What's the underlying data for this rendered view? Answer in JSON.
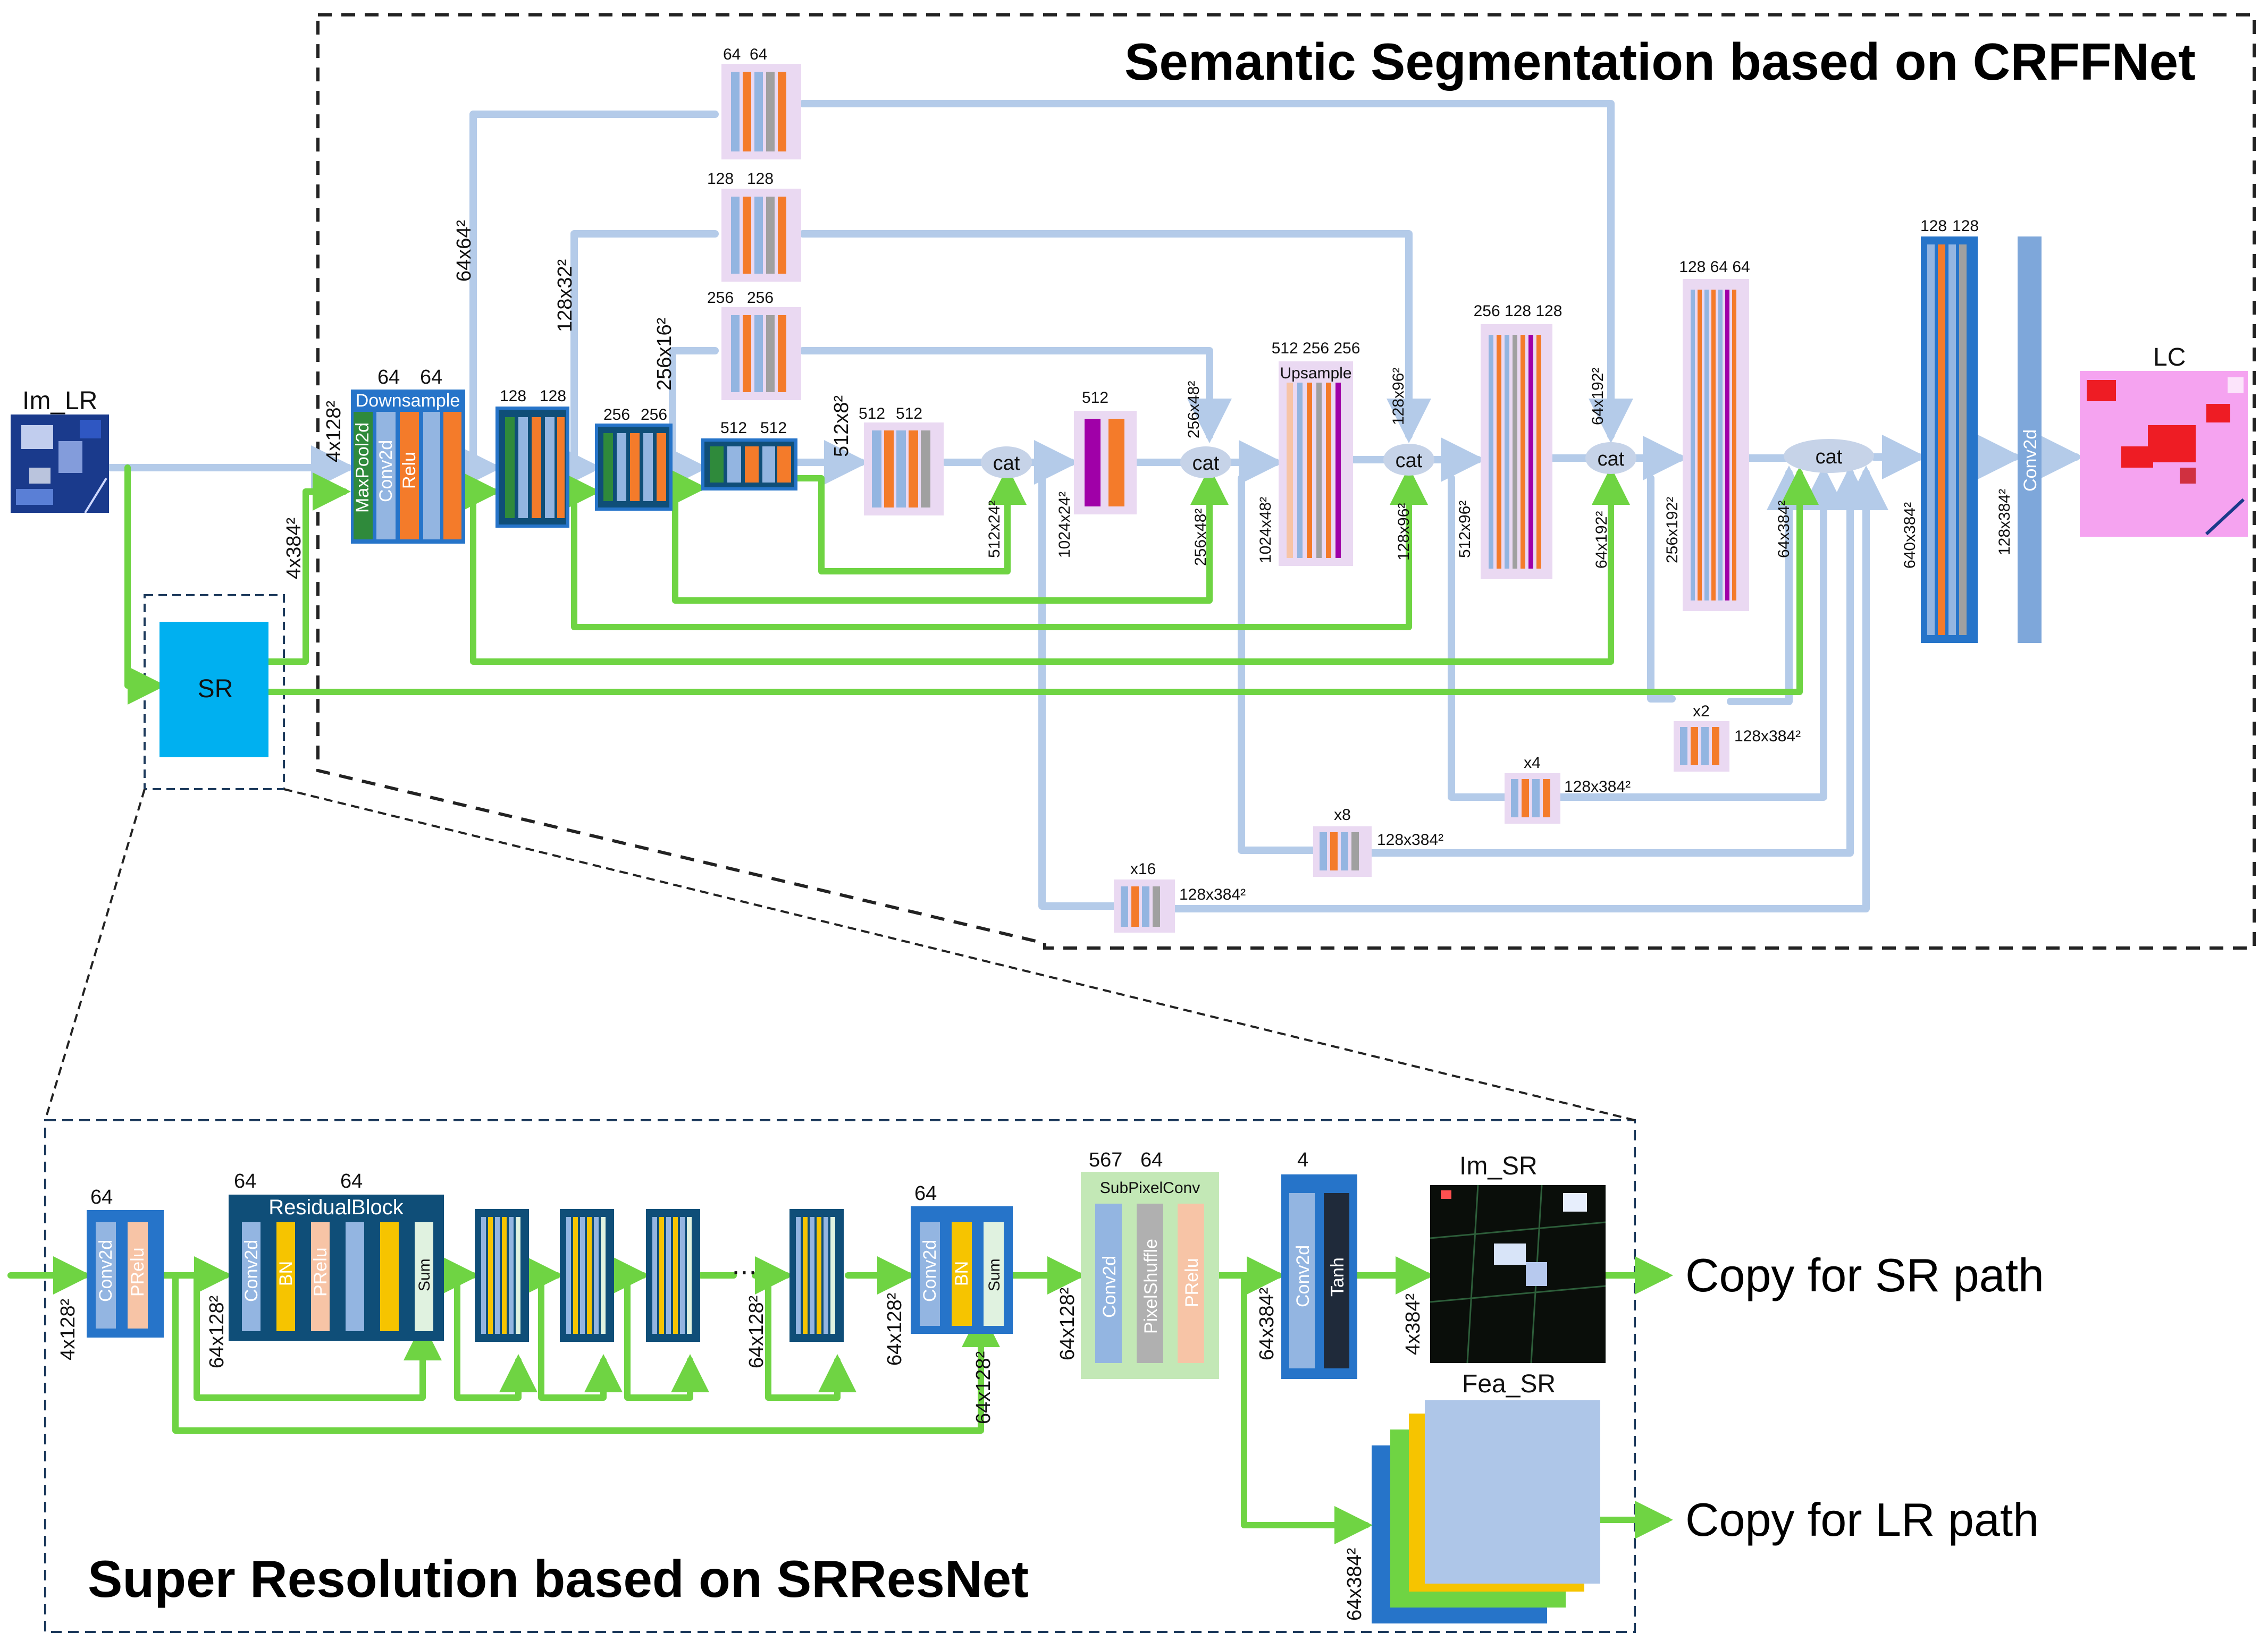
{
  "titles": {
    "segmentation": "Semantic Segmentation based on CRFFNet",
    "super_resolution": "Super Resolution based on SRResNet"
  },
  "io": {
    "im_lr": "Im_LR",
    "lc": "LC",
    "sr_block": "SR",
    "im_sr": "Im_SR",
    "fea_sr": "Fea_SR",
    "copy_sr": "Copy for SR path",
    "copy_lr": "Copy for LR path"
  },
  "ops": {
    "cat": "cat",
    "downsample": "Downsample",
    "upsample": "Upsample",
    "residual_block": "ResidualBlock",
    "subpixel_conv": "SubPixelConv"
  },
  "layers": {
    "maxpool2d": "MaxPool2d",
    "conv2d": "Conv2d",
    "relu": "Relu",
    "prelu": "PRelu",
    "bn": "BN",
    "sum": "Sum",
    "pixelshuffle": "PixelShuffle",
    "tanh": "Tanh"
  },
  "channels": {
    "c64": "64",
    "c128": "128",
    "c256": "256",
    "c512": "512",
    "c567": "567",
    "c4": "4",
    "up512": "512 256 256",
    "up256": "256 128 128",
    "up128": "128 64 64",
    "x2": "x2",
    "x4": "x4",
    "x8": "x8",
    "x16": "x16"
  },
  "dims": {
    "d4x128": "4x128²",
    "d4x384": "4x384²",
    "d64x64": "64x64²",
    "d128x32": "128x32²",
    "d256x16": "256x16²",
    "d512x8": "512x8²",
    "d512x24": "512x24²",
    "d1024x24": "1024x24²",
    "d256x48": "256x48²",
    "d1024x48": "1024x48²",
    "d128x96": "128x96²",
    "d512x96": "512x96²",
    "d64x192": "64x192²",
    "d256x192": "256x192²",
    "d64x384": "64x384²",
    "d640x384": "640x384²",
    "d128x384": "128x384²",
    "d64x128": "64x128²"
  },
  "ellipsis": "⋯",
  "colors": {
    "light_blue": "#b4cbe9",
    "green_arrow": "#6fd443",
    "sr_box": "#00b0f0",
    "block_blue": "#2674c9",
    "dark_navy": "#0f4e78",
    "orange": "#f47b2a",
    "bar_blue": "#93b5e1",
    "dark_green": "#2f8a3b",
    "purple": "#a000a8",
    "pink_bg": "#ead9f2",
    "yellow": "#f6c400",
    "peach": "#f7c4a6",
    "gray_bar": "#a0a0a0"
  },
  "icons": [
    "satellite-image",
    "landcover-map",
    "sr-output-image",
    "feature-stack"
  ]
}
